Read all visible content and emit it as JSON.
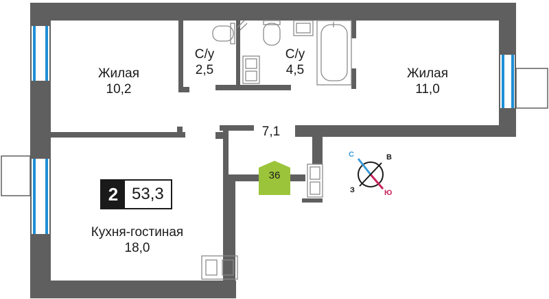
{
  "rooms": [
    {
      "id": "living-left",
      "name": "Жилая",
      "area": "10,2"
    },
    {
      "id": "bath-small",
      "name": "С/у",
      "area": "2,5"
    },
    {
      "id": "bath-large",
      "name": "С/у",
      "area": "4,5"
    },
    {
      "id": "living-right",
      "name": "Жилая",
      "area": "11,0"
    },
    {
      "id": "hall",
      "name": "",
      "area": "7,1"
    },
    {
      "id": "kitchen",
      "name": "Кухня-гостиная",
      "area": "18,0"
    }
  ],
  "apartment": {
    "rooms_count": "2",
    "total_area": "53,3",
    "unit_number": "36"
  },
  "compass": {
    "north": "С",
    "east": "В",
    "south": "Ю",
    "west": "З"
  },
  "colors": {
    "wall": "#5f5f5f",
    "window": "#1e8fd6",
    "unit_badge": "#9cc43a",
    "north": "#3b9bd8",
    "south": "#c8235a",
    "fixture": "#8a8a8a"
  }
}
